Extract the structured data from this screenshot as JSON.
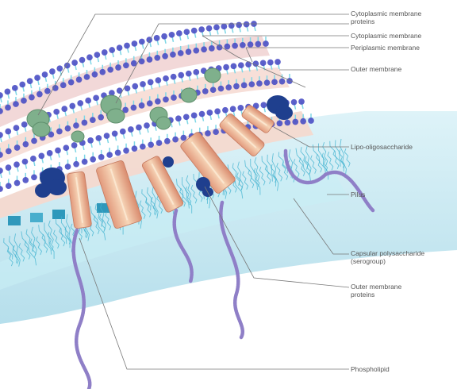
{
  "labels": {
    "cytoplasmic_membrane_proteins": [
      "Cytoplasmic membrane",
      "proteins"
    ],
    "cytoplasmic_membrane": "Cytoplasmic membrane",
    "periplasmic_membrane": "Periplasmic membrane",
    "outer_membrane": "Outer membrane",
    "lipo_oligosaccharide": "Lipo-oligosaccharide",
    "pilus": "Pilus",
    "capsular_polysaccharide": [
      "Capsular polysaccharide",
      "(serogroup)"
    ],
    "outer_membrane_proteins": [
      "Outer membrane",
      "proteins"
    ],
    "phospholipid": "Phospholipid"
  },
  "colors": {
    "lipid_head": "#4a4fc4",
    "lipid_tail": "#7fd7e6",
    "periplasm": "#f3d8d2",
    "cytoplasmic_protein": "#7fb08c",
    "outer_membrane_protein": "#e8a07a",
    "pilus": "#8f7fc7",
    "lps_blob": "#1f3f8e",
    "capsule": "#bfe6f0",
    "leader_line": "#777777"
  }
}
